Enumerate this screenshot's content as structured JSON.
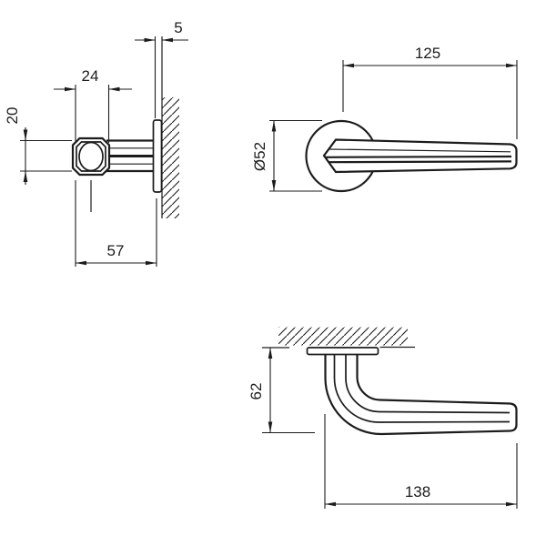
{
  "colors": {
    "background": "#ffffff",
    "line": "#1c1c1c"
  },
  "dimensions": {
    "plate_thickness": "5",
    "neck_boss_width": "24",
    "neck_height": "20",
    "handle_depth": "57",
    "lever_length_front": "125",
    "rose_diameter": "Ø52",
    "projection": "62",
    "lever_length_top": "138"
  }
}
